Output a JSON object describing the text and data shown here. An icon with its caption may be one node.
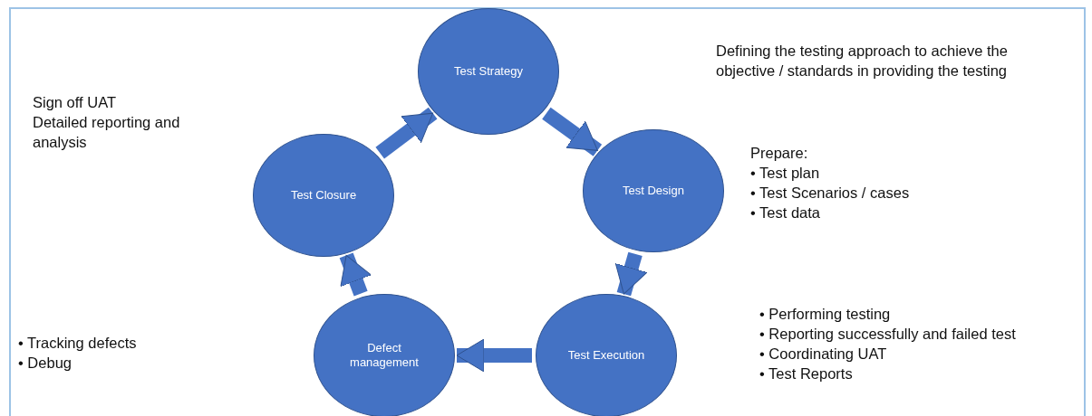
{
  "diagram": {
    "nodes": [
      {
        "text": [
          "Test Strategy"
        ]
      },
      {
        "text": [
          "Test Design"
        ],
        "beside": [
          "Prepare:",
          "• Test plan",
          "• Test Scenarios / cases",
          "• Test data"
        ]
      },
      {
        "text": [
          "Test Execution"
        ],
        "beside": [
          "• Performing testing",
          "• Reporting successfully and failed test",
          "• Coordinating UAT",
          "• Test Reports"
        ]
      },
      {
        "text": [
          "Defect management"
        ],
        "beside": [
          "• Tracking defects",
          "• Debug"
        ]
      },
      {
        "text": [
          "Test Closure"
        ],
        "beside": [
          "Sign off UAT",
          "Detailed reporting and analysis"
        ]
      }
    ],
    "edges": [
      {
        "from": 0,
        "to": 1,
        "arrow": "to"
      },
      {
        "from": 1,
        "to": 2,
        "arrow": "to"
      },
      {
        "from": 2,
        "to": 3,
        "arrow": "to"
      },
      {
        "from": 3,
        "to": 4,
        "arrow": "to"
      },
      {
        "from": 4,
        "to": 0,
        "arrow": "to"
      }
    ],
    "labels": [
      "Defining the testing approach to achieve the objective / standards in providing the testing"
    ]
  }
}
